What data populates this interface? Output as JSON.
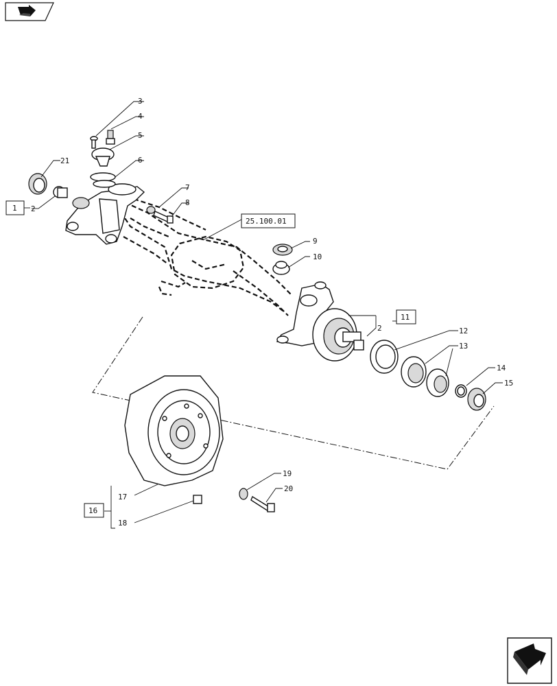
{
  "callouts": {
    "c1": "1",
    "c2a": "2",
    "c2b": "2",
    "c3": "3",
    "c4": "4",
    "c5": "5",
    "c6": "6",
    "c7": "7",
    "c8": "8",
    "c9": "9",
    "c10": "10",
    "c11": "11",
    "c12": "12",
    "c13": "13",
    "c14": "14",
    "c15": "15",
    "c16": "16",
    "c17": "17",
    "c18": "18",
    "c19": "19",
    "c20": "20",
    "c21": "21"
  },
  "reference": {
    "section_ref": "25.100.01"
  },
  "icons": {
    "top_nav": "previous-page-icon",
    "bottom_nav": "next-page-icon"
  }
}
